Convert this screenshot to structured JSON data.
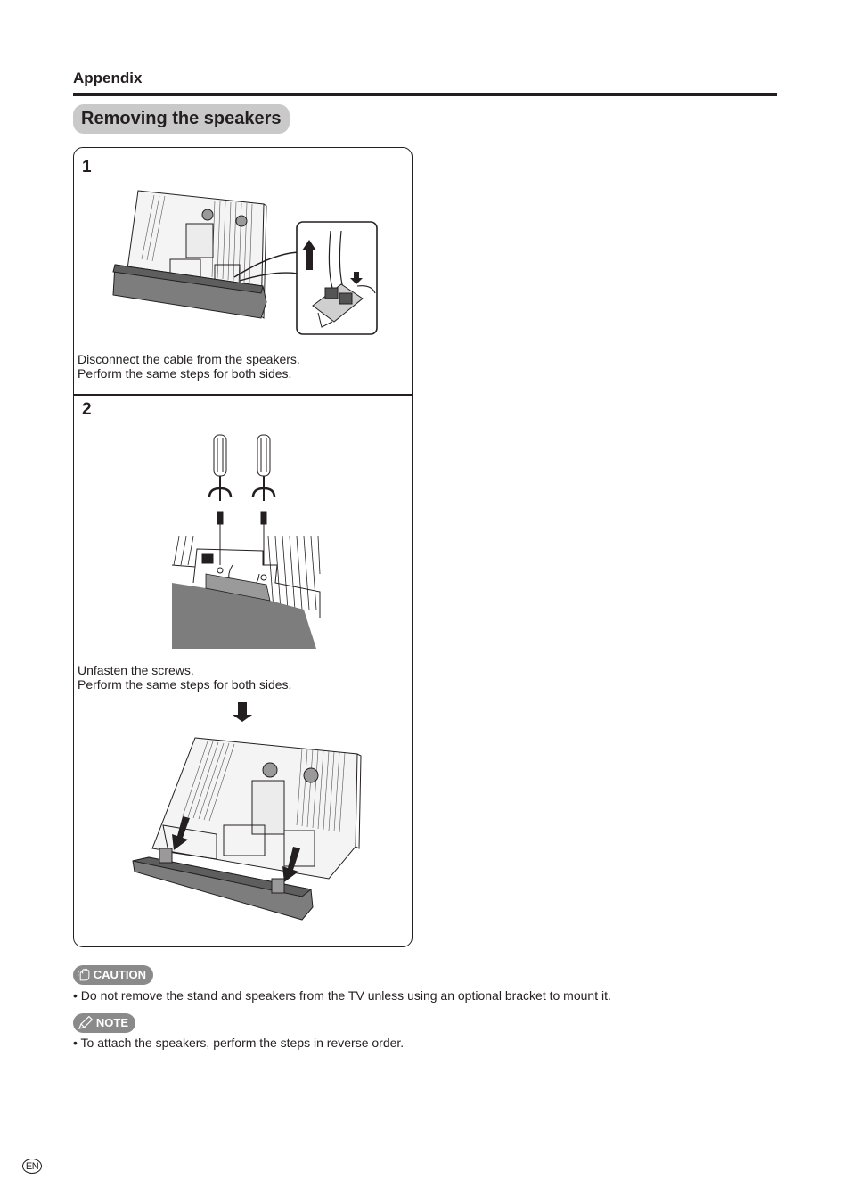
{
  "header": {
    "section": "Appendix",
    "title": "Removing the speakers"
  },
  "steps": [
    {
      "number": "1",
      "lines": [
        "Disconnect the cable from the speakers.",
        "Perform the same steps for both sides."
      ]
    },
    {
      "number": "2",
      "lines": [
        "Unfasten the screws.",
        "Perform the same steps for both sides."
      ]
    }
  ],
  "caution": {
    "label": "CAUTION",
    "text": "Do not remove the stand and speakers from the TV unless using an optional bracket to mount it."
  },
  "note": {
    "label": "NOTE",
    "text": "To attach the speakers, perform the steps in reverse order."
  },
  "footer": {
    "lang": "EN",
    "separator": "-"
  }
}
